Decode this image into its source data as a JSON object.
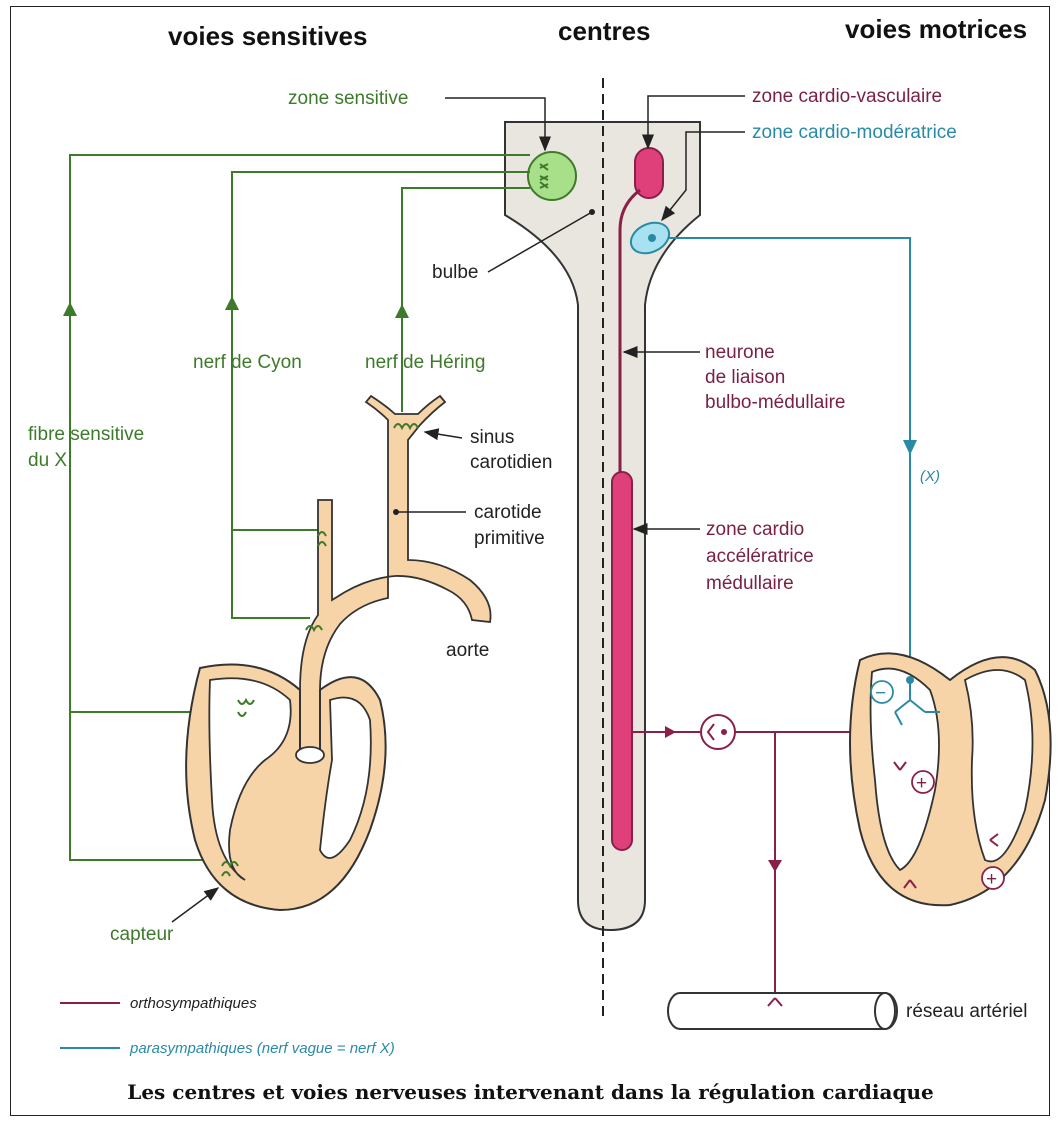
{
  "headings": {
    "left": "voies sensitives",
    "center": "centres",
    "right": "voies motrices"
  },
  "labels": {
    "zone_sensitive": "zone sensitive",
    "bulbe": "bulbe",
    "nerf_cyon": "nerf de Cyon",
    "nerf_hering": "nerf de Héring",
    "fibre_sensitive_1": "fibre sensitive",
    "fibre_sensitive_2": "du X",
    "sinus_1": "sinus",
    "sinus_2": "carotidien",
    "carotide_1": "carotide",
    "carotide_2": "primitive",
    "aorte": "aorte",
    "capteur": "capteur",
    "zone_cardio_vasculaire": "zone cardio-vasculaire",
    "zone_cardio_moderatrice": "zone cardio-modératrice",
    "neurone_1": "neurone",
    "neurone_2": "de liaison",
    "neurone_3": "bulbo-médullaire",
    "zone_acc_1": "zone cardio",
    "zone_acc_2": "accélératrice",
    "zone_acc_3": "médullaire",
    "nerf_x_mark": "(X)",
    "reseau_arteriel": "réseau artériel"
  },
  "signs": {
    "minus": "−",
    "plus": "+"
  },
  "legend": {
    "ortho": "orthosympathiques",
    "para": "parasympathiques (nerf vague = nerf X)"
  },
  "caption": "Les centres et voies nerveuses intervenant dans la régulation cardiaque",
  "colors": {
    "sensory": "#3d7a2a",
    "orthosympathetic": "#8a1f4a",
    "parasympathetic": "#2a8aa6",
    "tissue": "#f7d3a8",
    "medulla": "#e8e6df",
    "center_pink": "#e0407a",
    "sensory_zone": "#a8e08a",
    "modulator_zone": "#a8e2f0"
  }
}
